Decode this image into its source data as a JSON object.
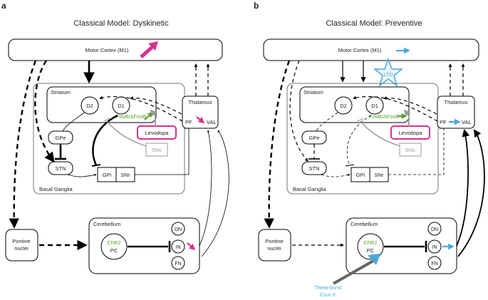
{
  "panels": [
    {
      "letter": "a",
      "title": "Classical Model: Dyskinetic",
      "motor_cortex": "Motor Cortex (M1)",
      "striatum": "Striatum",
      "d2": "D2",
      "d1": "D1",
      "fosb": "FosB/ΔFosB",
      "thalamus": "Thalamus",
      "pf": "PF",
      "val": "VAL",
      "gpe": "GPe",
      "levodopa": "Levodopa",
      "snc": "SNc",
      "stn": "STN",
      "gpi": "GPi",
      "snr": "SNr",
      "basal_ganglia": "Basal Ganglia",
      "pontine_line1": "Pontine",
      "pontine_line2": "nuclei",
      "cerebellum": "Cerebellum",
      "chr2": "ChR2",
      "pc": "PC",
      "dn": "DN",
      "in": "IN",
      "fn": "FN"
    },
    {
      "letter": "b",
      "title": "Classical Model: Preventive",
      "motor_cortex": "Motor Cortex (M1)",
      "ltd": "LTD",
      "striatum": "Striatum",
      "d2": "D2",
      "d1": "D1",
      "fosb": "FosB/ΔFosB",
      "thalamus": "Thalamus",
      "pf": "PF",
      "val": "VAL",
      "gpe": "GPe",
      "levodopa": "Levodopa",
      "snc": "SNc",
      "stn": "STN",
      "gpi": "GPi",
      "snr": "SNr",
      "basal_ganglia": "Basal Ganglia",
      "pontine_line1": "Pontine",
      "pontine_line2": "nuclei",
      "cerebellum": "Cerebellum",
      "chr2": "ChR2",
      "pc": "PC",
      "dn": "DN",
      "in": "IN",
      "fn": "FN",
      "theta_line1": "Theta-burst",
      "theta_line2": "Crus II"
    }
  ],
  "colors": {
    "magenta": "#d6338e",
    "green": "#5aa02c",
    "blue": "#4aa9d9",
    "grey": "#999999"
  }
}
